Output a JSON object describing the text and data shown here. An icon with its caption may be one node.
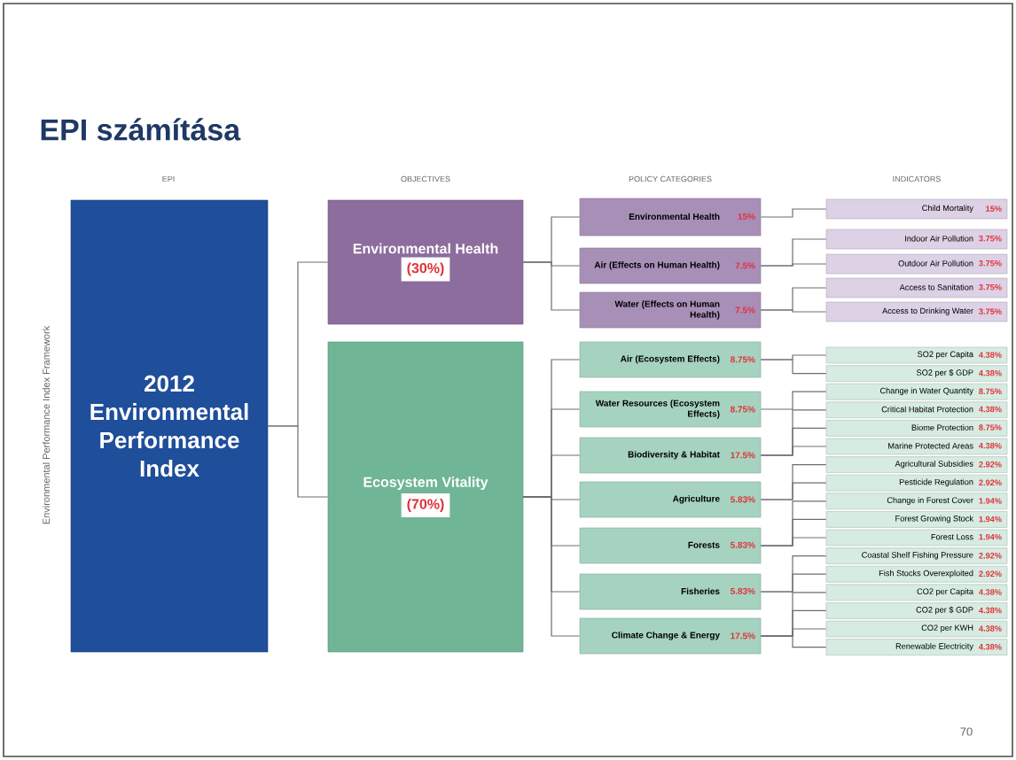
{
  "diagram": {
    "title": "EPI számítása",
    "nodes": [
      {
        "text": [
          "2012 Environmental Performance Index"
        ]
      },
      {
        "text": [
          "Environmental Health",
          "(30%)"
        ]
      },
      {
        "text": [
          "Ecosystem Vitality",
          "(70%)"
        ]
      },
      {
        "text": [
          "Environmental Health",
          "15%"
        ]
      },
      {
        "text": [
          "Air (Effects on Human Health)",
          "7.5%"
        ]
      },
      {
        "text": [
          "Water (Effects on Human Health)",
          "7.5%"
        ]
      },
      {
        "text": [
          "Air (Ecosystem Effects)",
          "8.75%"
        ]
      },
      {
        "text": [
          "Water Resources (Ecosystem Effects)",
          "8.75%"
        ]
      },
      {
        "text": [
          "Biodiversity & Habitat",
          "17.5%"
        ]
      },
      {
        "text": [
          "Agriculture",
          "5.83%"
        ]
      },
      {
        "text": [
          "Forests",
          "5.83%"
        ]
      },
      {
        "text": [
          "Fisheries",
          "5.83%"
        ]
      },
      {
        "text": [
          "Climate Change & Energy",
          "17.5%"
        ]
      },
      {
        "text": [
          "Child Mortality",
          "15%"
        ]
      },
      {
        "text": [
          "Indoor Air Pollution",
          "3.75%"
        ]
      },
      {
        "text": [
          "Outdoor Air Pollution",
          "3.75%"
        ]
      },
      {
        "text": [
          "Access to Sanitation",
          "3.75%"
        ]
      },
      {
        "text": [
          "Access to Drinking Water",
          "3.75%"
        ]
      },
      {
        "text": [
          "SO2 per Capita",
          "4.38%"
        ]
      },
      {
        "text": [
          "SO2 per $ GDP",
          "4.38%"
        ]
      },
      {
        "text": [
          "Change in Water Quantity",
          "8.75%"
        ]
      },
      {
        "text": [
          "Critical Habitat Protection",
          "4.38%"
        ]
      },
      {
        "text": [
          "Biome Protection",
          "8.75%"
        ]
      },
      {
        "text": [
          "Marine Protected Areas",
          "4.38%"
        ]
      },
      {
        "text": [
          "Agricultural Subsidies",
          "2.92%"
        ]
      },
      {
        "text": [
          "Pesticide Regulation",
          "2.92%"
        ]
      },
      {
        "text": [
          "Change in Forest Cover",
          "1.94%"
        ]
      },
      {
        "text": [
          "Forest Growing Stock",
          "1.94%"
        ]
      },
      {
        "text": [
          "Forest Loss",
          "1.94%"
        ]
      },
      {
        "text": [
          "Coastal Shelf Fishing Pressure",
          "2.92%"
        ]
      },
      {
        "text": [
          "Fish Stocks Overexploited",
          "2.92%"
        ]
      },
      {
        "text": [
          "CO2 per Capita",
          "4.38%"
        ]
      },
      {
        "text": [
          "CO2 per $ GDP",
          "4.38%"
        ]
      },
      {
        "text": [
          "CO2 per KWH",
          "4.38%"
        ]
      },
      {
        "text": [
          "Renewable Electricity",
          "4.38%"
        ]
      }
    ],
    "edges": [
      {
        "from": 0,
        "to": 1,
        "arrow": "none"
      },
      {
        "from": 0,
        "to": 2,
        "arrow": "none"
      },
      {
        "from": 1,
        "to": 3,
        "arrow": "none"
      },
      {
        "from": 1,
        "to": 4,
        "arrow": "none"
      },
      {
        "from": 1,
        "to": 5,
        "arrow": "none"
      },
      {
        "from": 2,
        "to": 6,
        "arrow": "none"
      },
      {
        "from": 2,
        "to": 7,
        "arrow": "none"
      },
      {
        "from": 2,
        "to": 8,
        "arrow": "none"
      },
      {
        "from": 2,
        "to": 9,
        "arrow": "none"
      },
      {
        "from": 2,
        "to": 10,
        "arrow": "none"
      },
      {
        "from": 2,
        "to": 11,
        "arrow": "none"
      },
      {
        "from": 2,
        "to": 12,
        "arrow": "none"
      },
      {
        "from": 3,
        "to": 13,
        "arrow": "none"
      },
      {
        "from": 4,
        "to": 14,
        "arrow": "none"
      },
      {
        "from": 4,
        "to": 15,
        "arrow": "none"
      },
      {
        "from": 5,
        "to": 16,
        "arrow": "none"
      },
      {
        "from": 5,
        "to": 17,
        "arrow": "none"
      },
      {
        "from": 6,
        "to": 18,
        "arrow": "none"
      },
      {
        "from": 6,
        "to": 19,
        "arrow": "none"
      },
      {
        "from": 7,
        "to": 20,
        "arrow": "none"
      },
      {
        "from": 8,
        "to": 21,
        "arrow": "none"
      },
      {
        "from": 8,
        "to": 22,
        "arrow": "none"
      },
      {
        "from": 8,
        "to": 23,
        "arrow": "none"
      },
      {
        "from": 9,
        "to": 24,
        "arrow": "none"
      },
      {
        "from": 9,
        "to": 25,
        "arrow": "none"
      },
      {
        "from": 10,
        "to": 26,
        "arrow": "none"
      },
      {
        "from": 10,
        "to": 27,
        "arrow": "none"
      },
      {
        "from": 10,
        "to": 28,
        "arrow": "none"
      },
      {
        "from": 11,
        "to": 29,
        "arrow": "none"
      },
      {
        "from": 11,
        "to": 30,
        "arrow": "none"
      },
      {
        "from": 12,
        "to": 31,
        "arrow": "none"
      },
      {
        "from": 12,
        "to": 32,
        "arrow": "none"
      },
      {
        "from": 12,
        "to": 33,
        "arrow": "none"
      },
      {
        "from": 12,
        "to": 34,
        "arrow": "none"
      }
    ],
    "labels": [
      "EPI",
      "OBJECTIVES",
      "POLICY CATEGORIES",
      "INDICATORS",
      "Environmental Performance Index Framework",
      "70"
    ]
  }
}
